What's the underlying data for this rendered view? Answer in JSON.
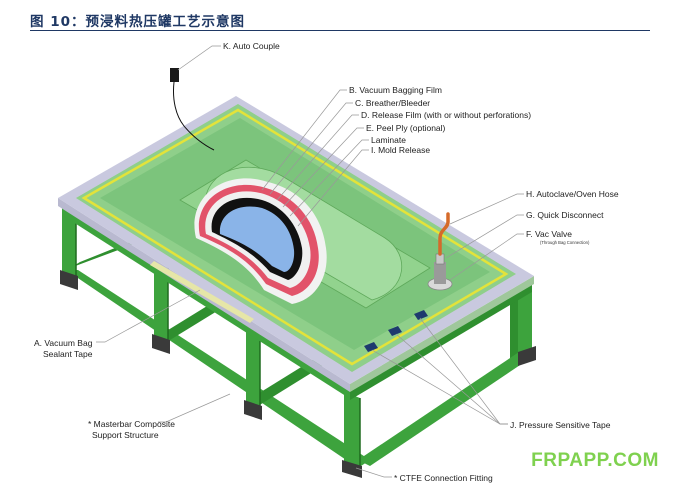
{
  "figure": {
    "title": "图 10：预浸料热压罐工艺示意图"
  },
  "labels": {
    "auto_couple": "K. Auto Couple",
    "vacuum_bagging_film": "B. Vacuum Bagging Film",
    "breather_bleeder": "C. Breather/Bleeder",
    "release_film": "D. Release Film (with or without perforations)",
    "peel_ply": "E. Peel Ply (optional)",
    "laminate": "Laminate",
    "mold_release": "I. Mold Release",
    "autoclave_hose": "H. Autoclave/Oven Hose",
    "quick_disconnect": "G. Quick Disconnect",
    "vac_valve": "F. Vac Valve",
    "vac_valve_note": "(Through Bag Connection)",
    "sealant_tape_line1": "A. Vacuum Bag",
    "sealant_tape_line2": "Sealant Tape",
    "masterbar_line1": "* Masterbar Composite",
    "masterbar_line2": "Support Structure",
    "pressure_tape": "J. Pressure Sensitive Tape",
    "ctfe_fitting": "* CTFE Connection Fitting"
  },
  "watermark": "FRPAPP.COM",
  "colors": {
    "frame": "#3da33d",
    "frame_dark": "#1f6b1f",
    "frame_foot": "#3a3a3a",
    "plate_green": "#8fcf8a",
    "plate_inner": "#7cc47c",
    "plate_edge_light": "#c7c7de",
    "rim_yellow": "#e3e33a",
    "laminate_blue": "#8ab4e8",
    "breather_red": "#e2536a",
    "bag_black": "#111111",
    "title": "#1f3864",
    "watermark": "#7fd14f"
  }
}
